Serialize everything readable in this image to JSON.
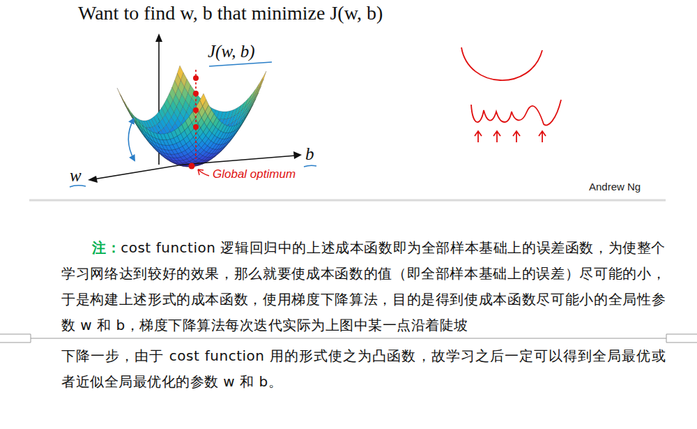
{
  "diagram": {
    "title": "Want to find w, b that minimize J(w, b)",
    "labels": [
      "J(w, b)",
      "w",
      "b",
      "Global optimum",
      "Andrew Ng",
      "注：",
      "cost function 逻辑回归中的上述成本函数即为全部样本基础上的误差函数，为使整个学习网络达到较好的效果，那么就要使成本函数的值（即全部样本基础上的误差）尽可能的小，于是构建上述形式的成本函数，使用梯度下降算法，目的是得到使成本函数尽可能小的全局性参数 w 和 b，梯度下降算法每次迭代实际为上图中某一点沿着陡坡",
      "下降一步，由于 cost function 用的形式使之为凸函数，故学习之后一定可以得到全局最优或者近似全局最优化的参数 w 和 b。"
    ]
  }
}
